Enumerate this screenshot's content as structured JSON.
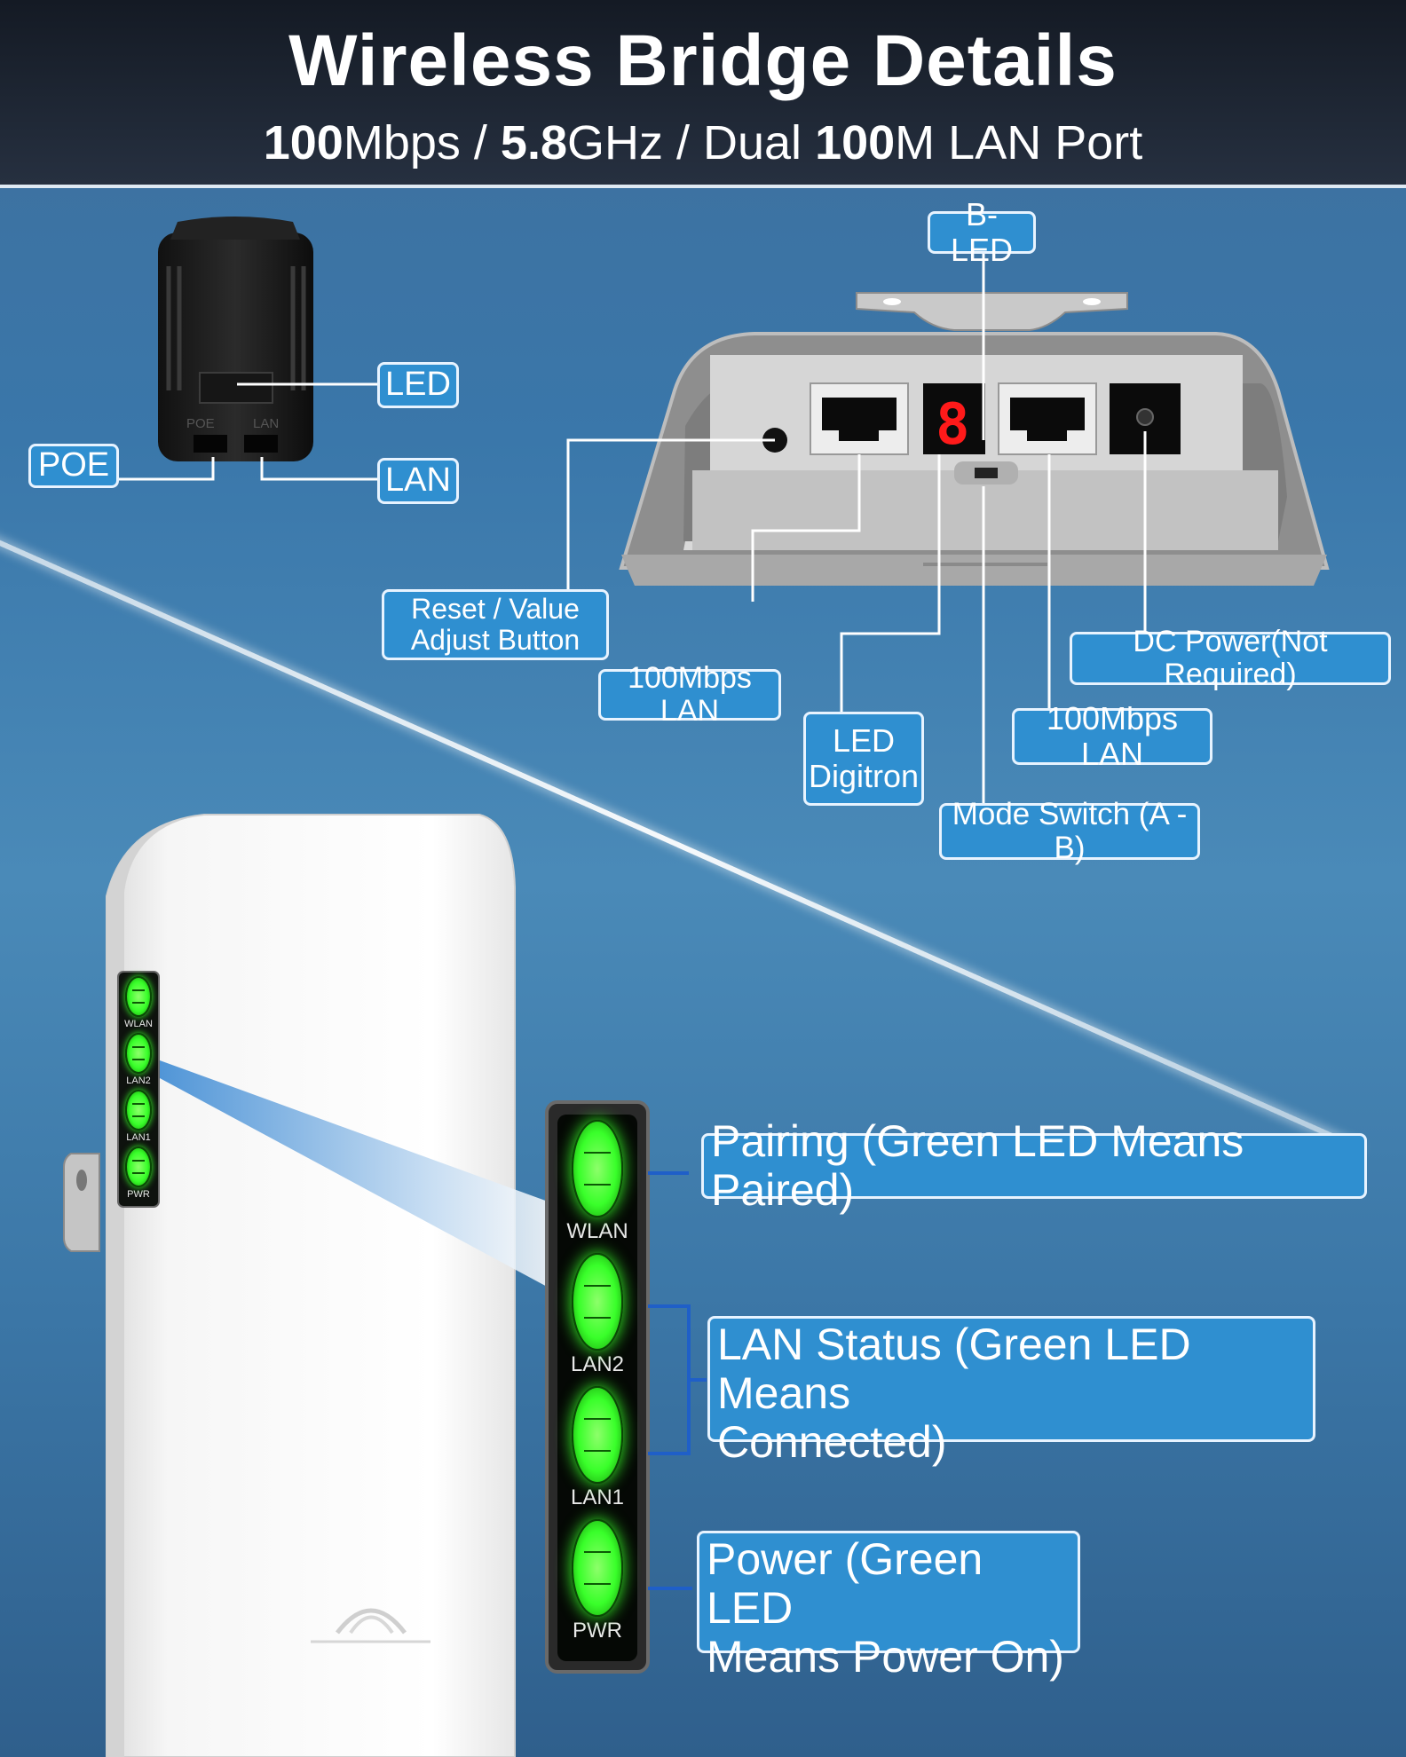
{
  "header": {
    "title": "Wireless Bridge Details",
    "subtitle": {
      "num1": "100",
      "text1": "Mbps / ",
      "num2": "5.8",
      "text2": "GHz / Dual ",
      "num3": "100",
      "text3": "M LAN Port"
    }
  },
  "adapter": {
    "print_left": "POE",
    "print_right": "LAN"
  },
  "callouts": {
    "led": "LED",
    "poe": "POE",
    "lan": "LAN",
    "b_led": "B-LED",
    "reset_line1": "Reset / Value",
    "reset_line2": "Adjust Button",
    "lan_port_left": "100Mbps LAN",
    "led_digitron_line1": "LED",
    "led_digitron_line2": "Digitron",
    "dc_power": "DC Power(Not Required)",
    "lan_port_right": "100Mbps LAN",
    "mode_switch": "Mode Switch (A - B)",
    "pairing": "Pairing (Green LED Means Paired)",
    "lan_status_line1": "LAN Status (Green LED Means",
    "lan_status_line2": "Connected)",
    "power_line1": "Power (Green LED",
    "power_line2": "Means Power On)"
  },
  "led_panel": {
    "small": [
      "WLAN",
      "LAN2",
      "LAN1",
      "PWR"
    ],
    "large": [
      "WLAN",
      "LAN2",
      "LAN1",
      "PWR"
    ]
  },
  "digit_display": "8",
  "colors": {
    "callout_fill": "#2f8fd0",
    "callout_border": "#e7f3ff",
    "led_green": "#39ff2a",
    "header_bg": "#1b2230",
    "digit_red": "#ff1a1a"
  }
}
